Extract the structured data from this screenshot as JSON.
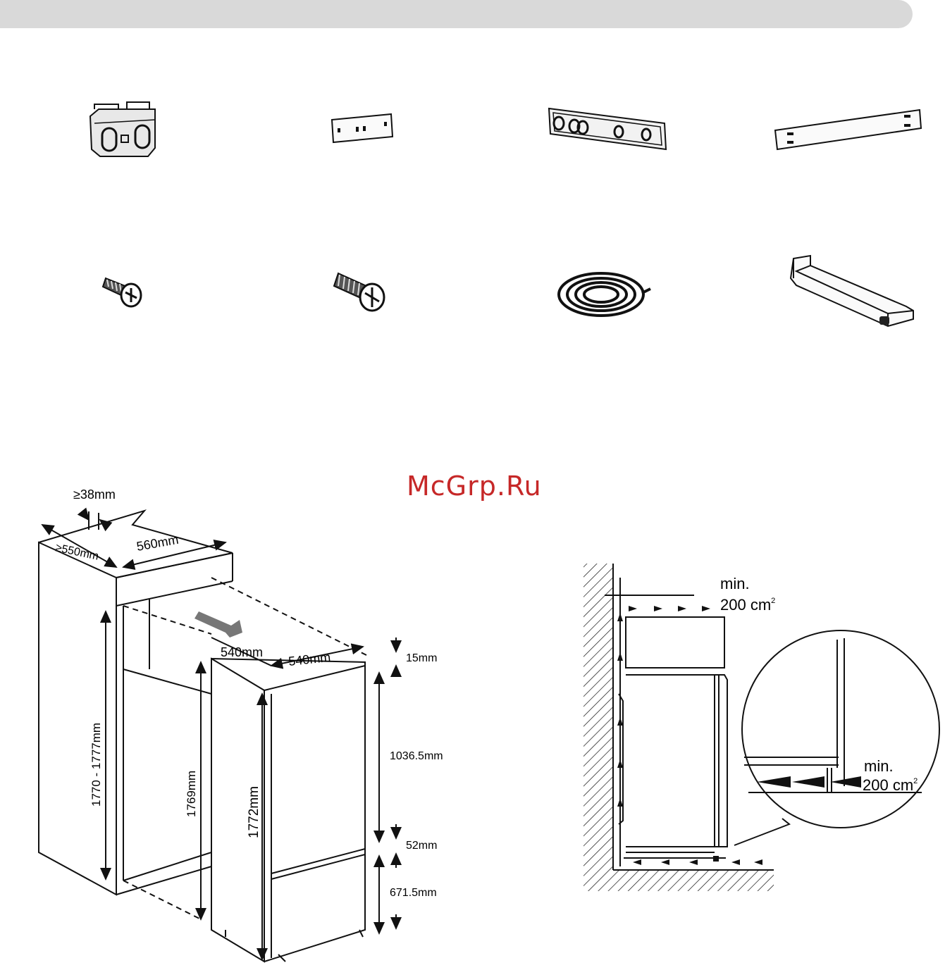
{
  "watermark": "McGrp.Ru",
  "cabinet_diagram": {
    "gap_top": "≥38mm",
    "cabinet_depth": "≥550mm",
    "cabinet_width": "560mm",
    "niche_height": "1770 - 1777mm",
    "appliance_depth": "540mm",
    "appliance_width": "540mm",
    "top_gap": "15mm",
    "appliance_height_side": "1769mm",
    "appliance_height_front": "1772mm",
    "upper_door": "1036.5mm",
    "door_gap": "52mm",
    "lower_door": "671.5mm"
  },
  "ventilation_diagram": {
    "top_label_line1": "min.",
    "top_label_line2": "200 cm",
    "top_label_sup": "2",
    "bottom_label_line1": "min.",
    "bottom_label_line2": "200 cm",
    "bottom_label_sup": "2"
  },
  "colors": {
    "topbar": "#d9d9d9",
    "watermark": "#c62828",
    "line": "#111111"
  }
}
